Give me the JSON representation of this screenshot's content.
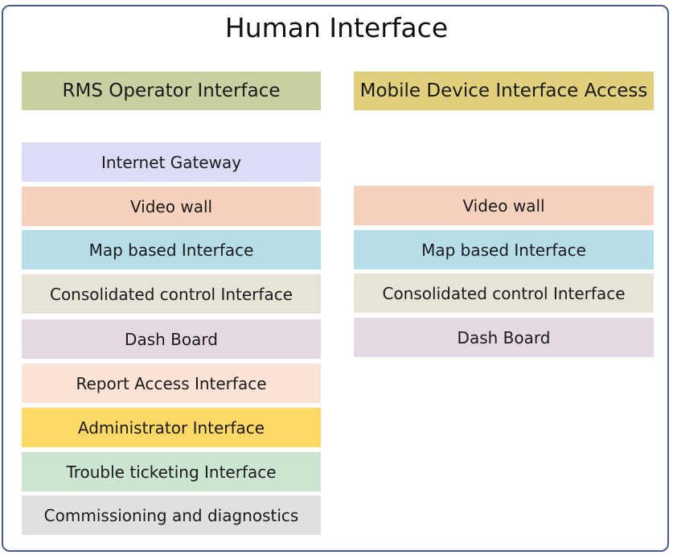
{
  "title": "Human Interface",
  "colors": {
    "frame_border": "#4a5c86",
    "rms_header": "#c6d0a0",
    "mobile_header": "#e0cf7c",
    "internet_gateway": "#dcdcf7",
    "video_wall": "#f6d1bd",
    "map_based": "#b7dde9",
    "consolidated": "#e7e3d6",
    "dash_board": "#e4d9e3",
    "report_access": "#fbe3d6",
    "administrator": "#fed967",
    "trouble_ticketing": "#cbe5d0",
    "commissioning": "#e0e0e0"
  },
  "left_column": {
    "header": "RMS Operator Interface",
    "items": [
      "Internet Gateway",
      "Video wall",
      "Map based Interface",
      "Consolidated control Interface",
      "Dash Board",
      "Report Access Interface",
      "Administrator Interface",
      "Trouble ticketing Interface",
      "Commissioning and diagnostics"
    ]
  },
  "right_column": {
    "header": "Mobile Device Interface Access",
    "items": [
      "Video wall",
      "Map based Interface",
      "Consolidated control Interface",
      "Dash Board"
    ]
  }
}
